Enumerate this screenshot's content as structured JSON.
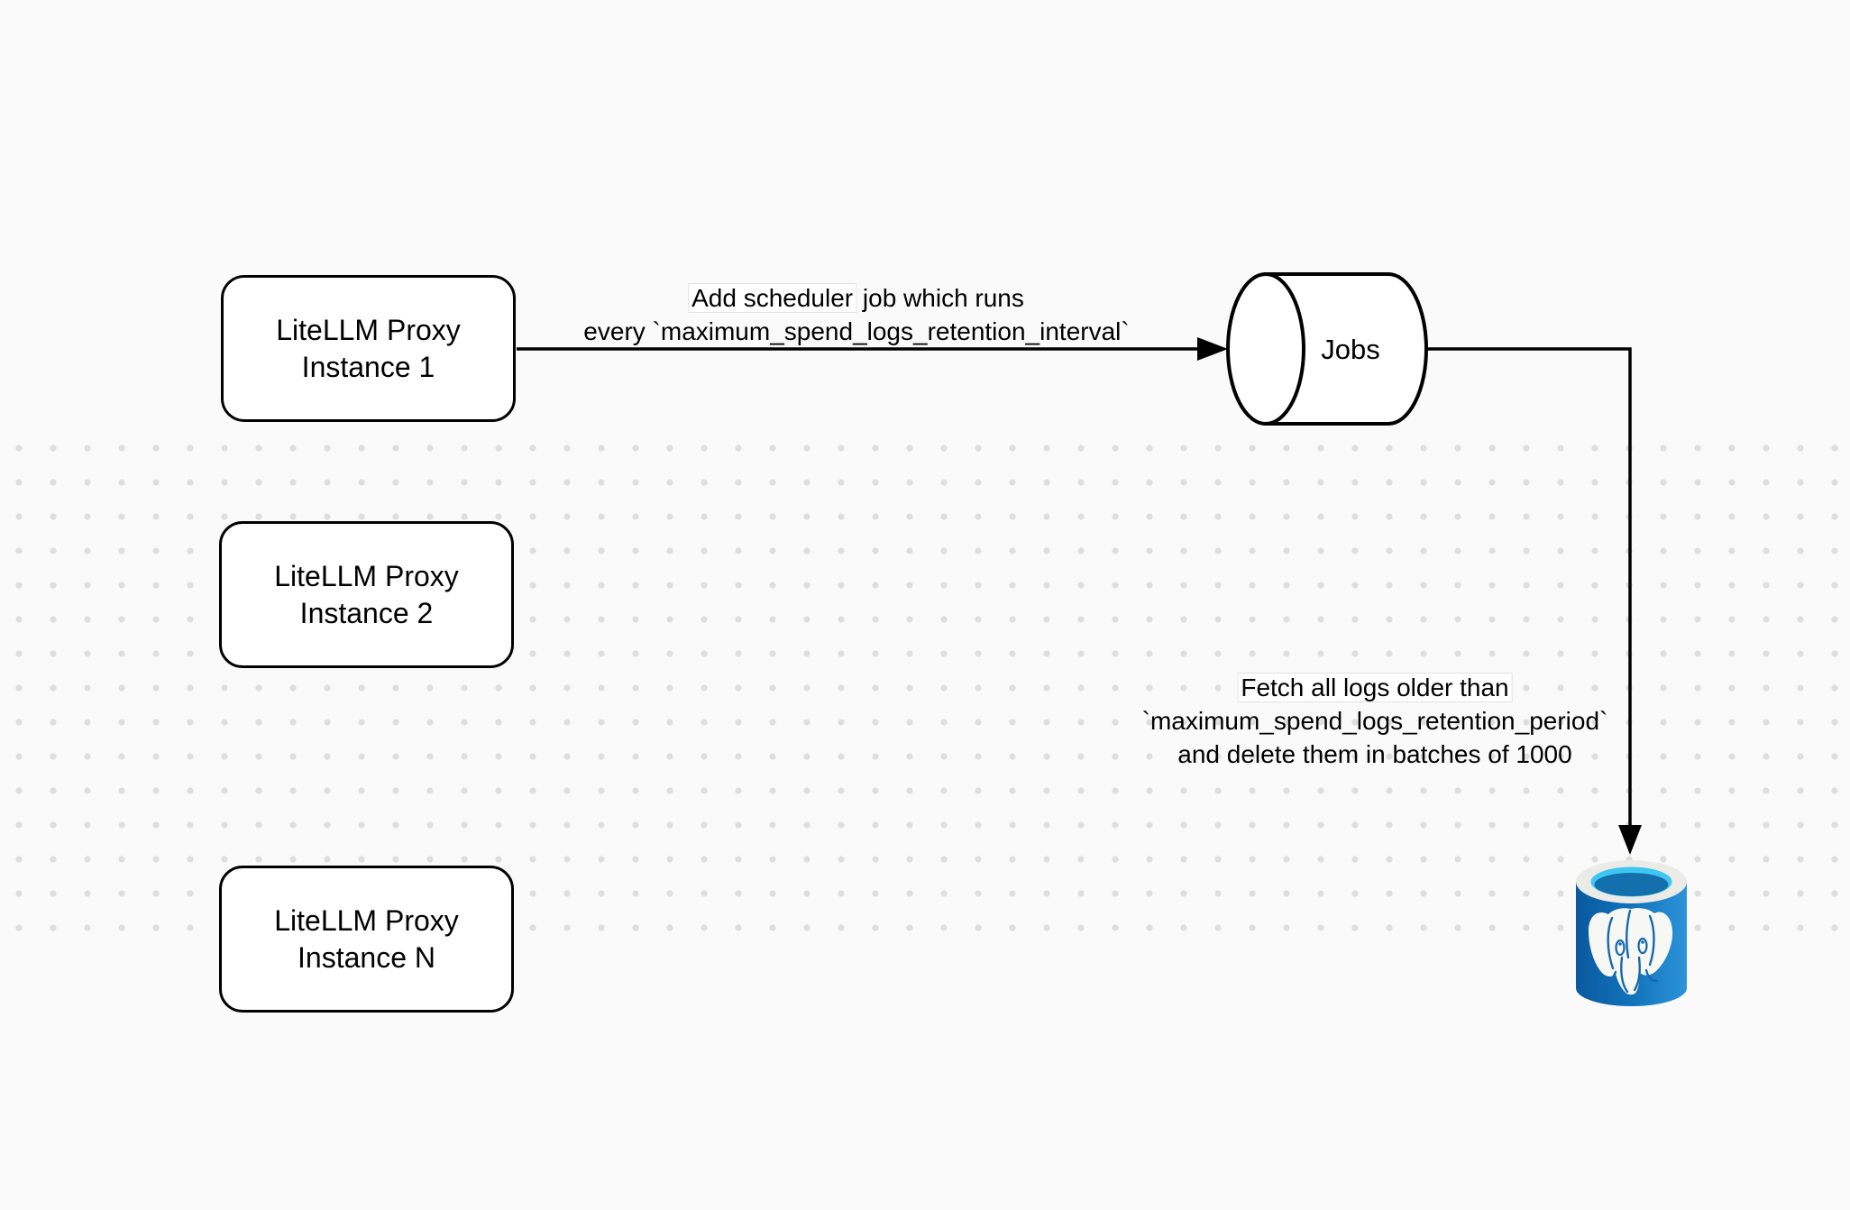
{
  "diagram": {
    "nodes": {
      "instance1": {
        "line1": "LiteLLM Proxy",
        "line2": "Instance 1"
      },
      "instance2": {
        "line1": "LiteLLM Proxy",
        "line2": "Instance 2"
      },
      "instanceN": {
        "line1": "LiteLLM Proxy",
        "line2": "Instance N"
      },
      "jobs": {
        "label": "Jobs"
      },
      "postgres": {
        "icon": "postgresql-database-icon"
      }
    },
    "edges": {
      "schedule": {
        "line1_highlight": "Add scheduler",
        "line1_rest": " job which runs",
        "line2": "every `maximum_spend_logs_retention_interval`"
      },
      "fetch": {
        "line1": "Fetch all logs older than",
        "line2": "`maximum_spend_logs_retention_period`",
        "line3": "and delete them in batches of 1000"
      }
    },
    "colors": {
      "background": "#FAFAFA",
      "grid_dot": "#DEDEDE",
      "stroke": "#000000",
      "node_fill": "#FFFFFF",
      "pg_body_dark": "#09599F",
      "pg_body_mid": "#1173BA",
      "pg_body_light": "#2D94DA",
      "pg_rim": "#EBEBE8",
      "pg_cyan": "#3EC7F2",
      "pg_pool": "#1470AC",
      "pg_detail_blue": "#1569AE",
      "elephant_white": "#F7F7F4"
    }
  }
}
